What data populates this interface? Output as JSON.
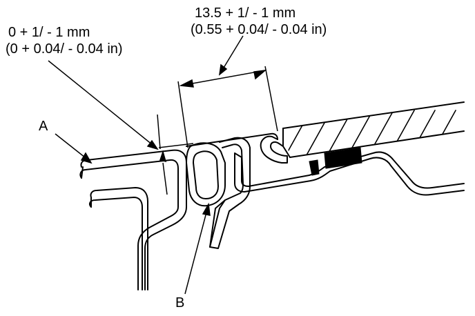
{
  "labels": {
    "flush_tolerance_line1": "0 + 1/ - 1 mm",
    "flush_tolerance_line2": "(0 + 0.04/ - 0.04 in)",
    "gap_tolerance_line1": "13.5 + 1/ - 1 mm",
    "gap_tolerance_line2": "(0.55 + 0.04/ - 0.04 in)",
    "callout_a": "A",
    "callout_b": "B"
  },
  "colors": {
    "ink": "#000000",
    "paper": "#ffffff"
  }
}
